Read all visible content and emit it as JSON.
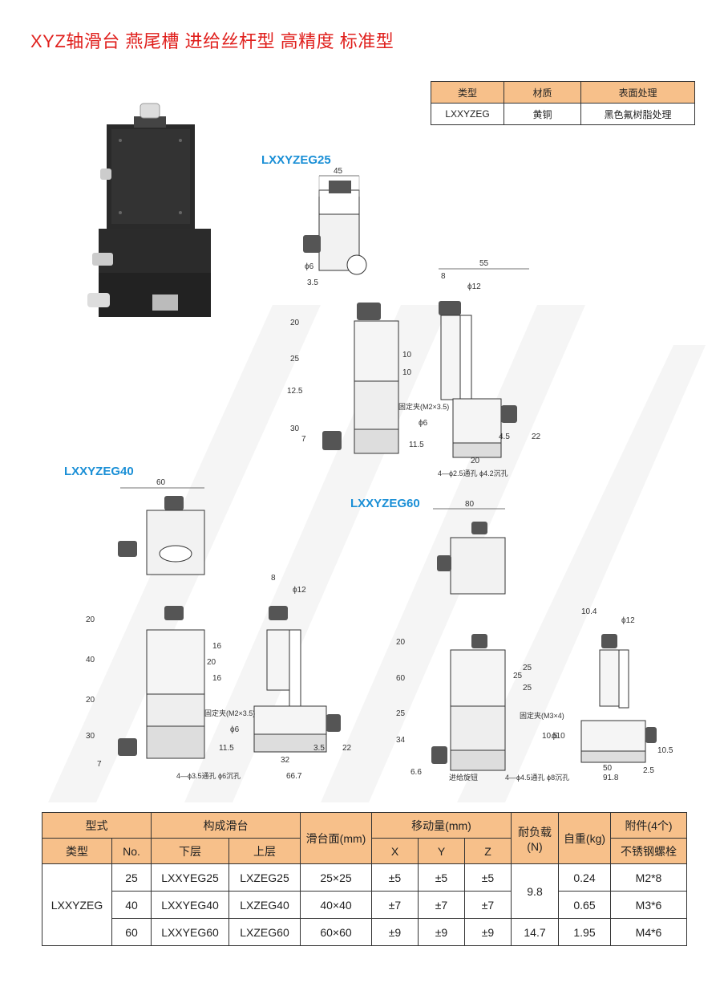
{
  "title": "XYZ轴滑台 燕尾槽 进给丝杆型 高精度 标准型",
  "material_table": {
    "headers": [
      "类型",
      "材质",
      "表面处理"
    ],
    "row": [
      "LXXYZEG",
      "黄铜",
      "黑色氟树脂处理"
    ]
  },
  "models": {
    "m25": "LXXYZEG25",
    "m40": "LXXYZEG40",
    "m60": "LXXYZEG60"
  },
  "drawing25": {
    "dims": [
      "45",
      "55",
      "8",
      "ϕ12",
      "ϕ6",
      "3.5",
      "20",
      "25",
      "12.5",
      "30",
      "7",
      "10",
      "10",
      "ϕ6",
      "11.5",
      "4.5",
      "22",
      "20"
    ],
    "notes": [
      "固定夹(M2×3.5)",
      "4—ϕ2.5通孔 ϕ4.2沉孔"
    ]
  },
  "drawing40": {
    "dims": [
      "60",
      "8",
      "ϕ12",
      "20",
      "40",
      "20",
      "30",
      "7",
      "16",
      "20",
      "16",
      "ϕ6",
      "11.5",
      "3.5",
      "22",
      "32",
      "66.7"
    ],
    "notes": [
      "固定夹(M2×3.5)",
      "4—ϕ3.5通孔 ϕ6沉孔"
    ]
  },
  "drawing60": {
    "dims": [
      "80",
      "10.4",
      "ϕ12",
      "20",
      "60",
      "25",
      "34",
      "6.6",
      "25",
      "25",
      "25",
      "10.5",
      "ϕ10",
      "50",
      "91.8",
      "10.5",
      "2.5"
    ],
    "notes": [
      "固定夹(M3×4)",
      "进给旋钮",
      "4—ϕ4.5通孔 ϕ8沉孔"
    ]
  },
  "spec_table": {
    "h_model": "型式",
    "h_composition": "构成滑台",
    "h_surface": "滑台面(mm)",
    "h_travel": "移动量(mm)",
    "h_load": "耐负载",
    "h_load_unit": "(N)",
    "h_weight": "自重(kg)",
    "h_accessory": "附件(4个)",
    "h_type": "类型",
    "h_no": "No.",
    "h_lower": "下层",
    "h_upper": "上层",
    "h_x": "X",
    "h_y": "Y",
    "h_z": "Z",
    "h_screw": "不锈钢螺栓",
    "type_name": "LXXYZEG",
    "rows": [
      {
        "no": "25",
        "lower": "LXXYEG25",
        "upper": "LXZEG25",
        "surface": "25×25",
        "x": "±5",
        "y": "±5",
        "z": "±5",
        "weight": "0.24",
        "acc": "M2*8"
      },
      {
        "no": "40",
        "lower": "LXXYEG40",
        "upper": "LXZEG40",
        "surface": "40×40",
        "x": "±7",
        "y": "±7",
        "z": "±7",
        "weight": "0.65",
        "acc": "M3*6"
      },
      {
        "no": "60",
        "lower": "LXXYEG60",
        "upper": "LXZEG60",
        "surface": "60×60",
        "x": "±9",
        "y": "±9",
        "z": "±9",
        "weight": "1.95",
        "acc": "M4*6"
      }
    ],
    "load_1": "9.8",
    "load_2": "14.7"
  }
}
